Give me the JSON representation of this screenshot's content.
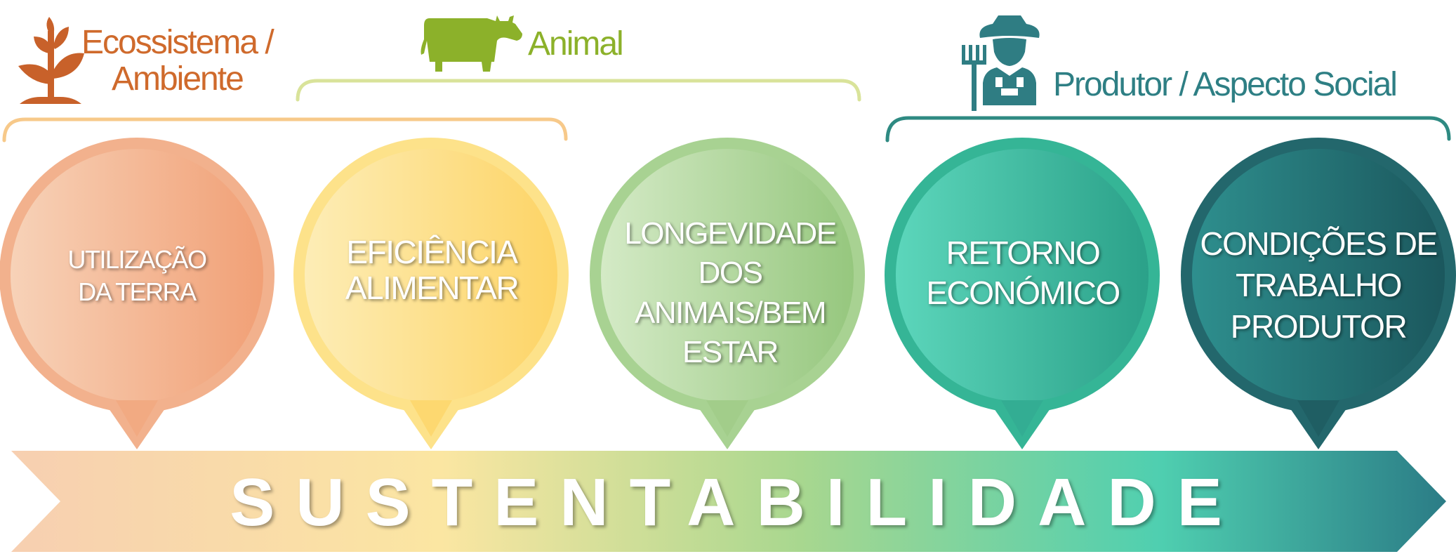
{
  "categories": {
    "eco": {
      "line1": "Ecossistema /",
      "line2": "Ambiente",
      "icon": "plant-icon",
      "color": "#cf6a2c"
    },
    "animal": {
      "label": "Animal",
      "icon": "cow-icon",
      "color": "#8cb12a"
    },
    "produtor": {
      "label": "Produtor / Aspecto Social",
      "icon": "farmer-icon",
      "color": "#2e7f84"
    }
  },
  "bubbles": [
    {
      "lines": [
        "UTILIZAÇÃO",
        "DA TERRA"
      ],
      "color_from": "#f6cdb0",
      "color_to": "#f2a57b"
    },
    {
      "lines": [
        "EFICIÊNCIA",
        "ALIMENTAR"
      ],
      "color_from": "#fde9a8",
      "color_to": "#fdd56b"
    },
    {
      "lines": [
        "LONGEVIDADE",
        "DOS",
        "ANIMAIS/BEM",
        "ESTAR"
      ],
      "color_from": "#cde6bd",
      "color_to": "#99c982"
    },
    {
      "lines": [
        "RETORNO",
        "ECONÓMICO"
      ],
      "color_from": "#59d3b8",
      "color_to": "#2ea58e"
    },
    {
      "lines": [
        "CONDIÇÕES DE",
        "TRABALHO",
        "PRODUTOR"
      ],
      "color_from": "#2c8a8a",
      "color_to": "#1d5d62"
    }
  ],
  "arrow": {
    "label": "SUSTENTABILIDADE",
    "colors": [
      "#f7cfb1",
      "#fbe6a2",
      "#a8d78f",
      "#4fcfb0",
      "#2b7c86"
    ]
  }
}
